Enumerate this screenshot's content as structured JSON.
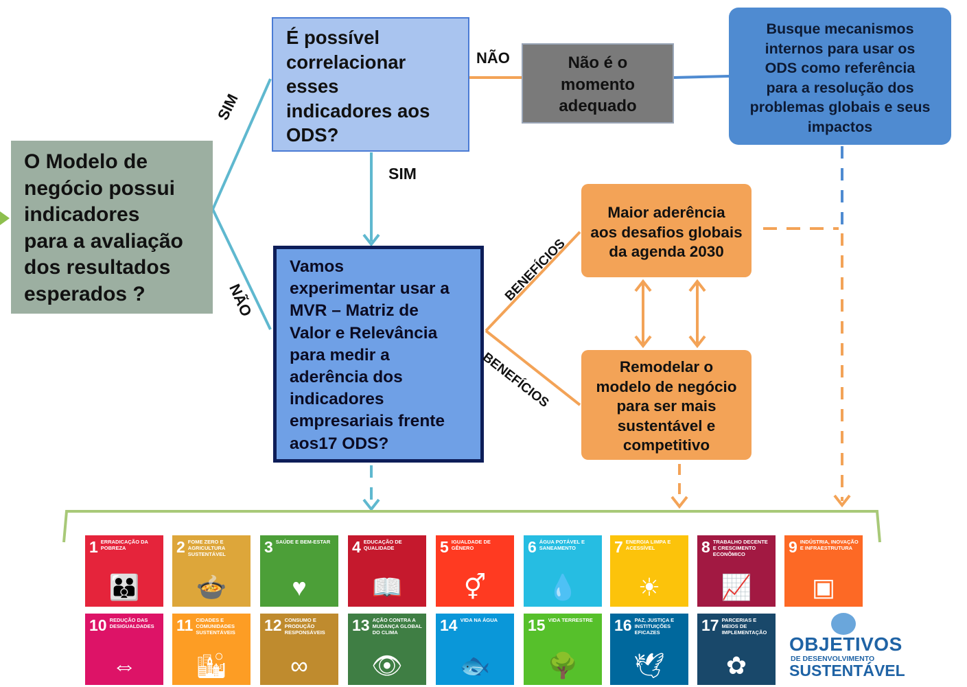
{
  "boxes": {
    "business_model_question": [
      "O Modelo de",
      "negócio  possui",
      "indicadores",
      "para a avaliação",
      "dos resultados",
      "esperados ?"
    ],
    "correlation_question": [
      "É possível",
      "correlacionar",
      "esses",
      "indicadores aos",
      "ODS?"
    ],
    "mvr_proposal": [
      "Vamos",
      "experimentar usar a",
      "MVR – Matriz de",
      "Valor e Relevância",
      "para medir a",
      "aderência dos",
      "indicadores",
      "empresariais frente",
      "aos17 ODS?"
    ],
    "not_the_moment": [
      "Não é o",
      "momento",
      "adequado"
    ],
    "internal_mechanisms": [
      "Busque mecanismos",
      "internos para usar os",
      "ODS como referência",
      "para a resolução dos",
      "problemas globais e seus",
      "impactos"
    ],
    "benefit_alignment": [
      "Maior aderência",
      "aos desafios globais",
      "da agenda 2030"
    ],
    "benefit_remodel": [
      "Remodelar o",
      "modelo de negócio",
      "para ser mais",
      "sustentável e",
      "competitivo"
    ]
  },
  "labels": {
    "sim_upper": "SIM",
    "nao_lower": "NÃO",
    "nao_right": "NÃO",
    "sim_down": "SIM",
    "beneficios_upper": "BENEFÍCIOS",
    "beneficios_lower": "BENEFÍCIOS"
  },
  "sdgs": [
    {
      "num": "1",
      "title": "Erradicação da pobreza",
      "color": "#e5243b",
      "icon": "👪"
    },
    {
      "num": "2",
      "title": "Fome zero e agricultura sustentável",
      "color": "#dda63a",
      "icon": "🍲"
    },
    {
      "num": "3",
      "title": "Saúde e bem-estar",
      "color": "#4c9f38",
      "icon": "♥"
    },
    {
      "num": "4",
      "title": "Educação de qualidade",
      "color": "#c5192d",
      "icon": "📖"
    },
    {
      "num": "5",
      "title": "Igualdade de gênero",
      "color": "#ff3a21",
      "icon": "⚥"
    },
    {
      "num": "6",
      "title": "Água potável e saneamento",
      "color": "#26bde2",
      "icon": "💧"
    },
    {
      "num": "7",
      "title": "Energia limpa e acessível",
      "color": "#fcc30b",
      "icon": "☀"
    },
    {
      "num": "8",
      "title": "Trabalho decente e crescimento econômico",
      "color": "#a21942",
      "icon": "📈"
    },
    {
      "num": "9",
      "title": "Indústria, inovação e infraestrutura",
      "color": "#fd6925",
      "icon": "▣"
    },
    {
      "num": "10",
      "title": "Redução das desigualdades",
      "color": "#dd1367",
      "icon": "⇔"
    },
    {
      "num": "11",
      "title": "Cidades e comunidades sustentáveis",
      "color": "#fd9d24",
      "icon": "🏙"
    },
    {
      "num": "12",
      "title": "Consumo e produção responsáveis",
      "color": "#bf8b2e",
      "icon": "∞"
    },
    {
      "num": "13",
      "title": "Ação contra a mudança global do clima",
      "color": "#3f7e44",
      "icon": "👁"
    },
    {
      "num": "14",
      "title": "Vida na água",
      "color": "#0a97d9",
      "icon": "🐟"
    },
    {
      "num": "15",
      "title": "Vida terrestre",
      "color": "#56c02b",
      "icon": "🌳"
    },
    {
      "num": "16",
      "title": "Paz, justiça e instituições eficazes",
      "color": "#00689d",
      "icon": "🕊"
    },
    {
      "num": "17",
      "title": "Parcerias e meios de implementação",
      "color": "#19486a",
      "icon": "✿"
    }
  ],
  "logo": {
    "line1": "OBJETIVOS",
    "line2": "DE DESENVOLVIMENTO",
    "line3": "SUSTENTÁVEL"
  },
  "colors": {
    "teal_connector": "#5fb8cf",
    "orange_connector": "#f3a357",
    "blue_connector": "#4f8bd1",
    "bracket_green": "#a8c978"
  }
}
